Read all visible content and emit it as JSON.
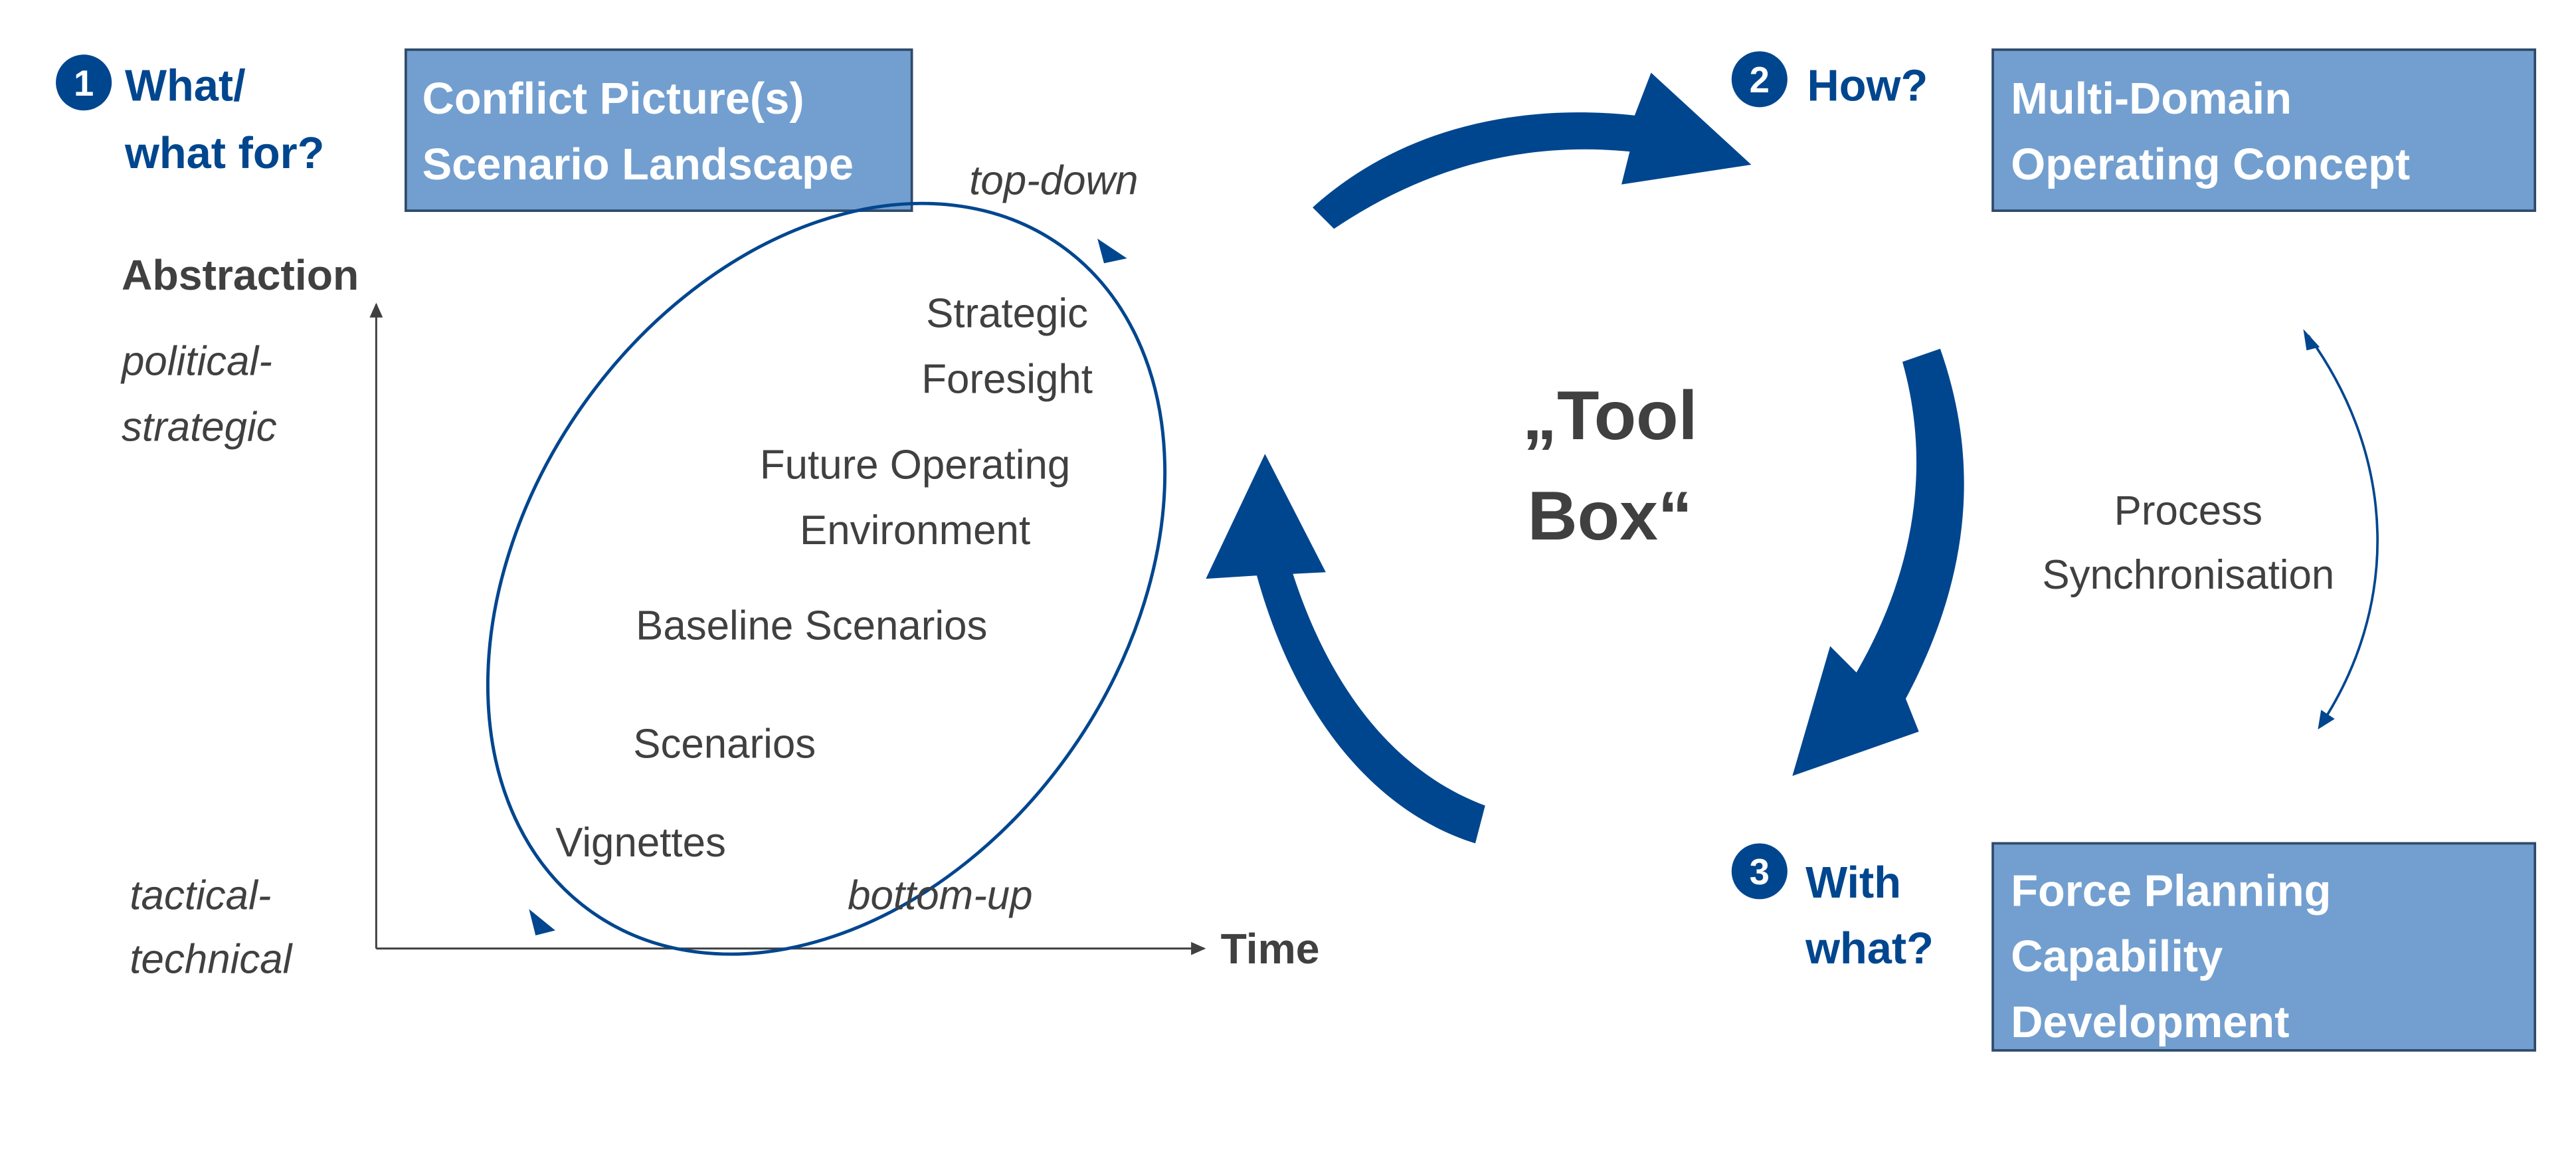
{
  "colors": {
    "accent_blue": "#00468F",
    "box_fill": "#729FCF",
    "box_border": "#2F4A6A",
    "text_dark": "#404040",
    "white": "#FFFFFF"
  },
  "steps": [
    {
      "number": "1",
      "question_lines": [
        "What/",
        "what for?"
      ],
      "box_lines": [
        "Conflict Picture(s)",
        "Scenario Landscape"
      ]
    },
    {
      "number": "2",
      "question_lines": [
        "How?"
      ],
      "box_lines": [
        "Multi-Domain",
        "Operating Concept"
      ]
    },
    {
      "number": "3",
      "question_lines": [
        "With",
        "what?"
      ],
      "box_lines": [
        "Force Planning",
        "Capability",
        "Development"
      ]
    }
  ],
  "axes": {
    "y_label": "Abstraction",
    "x_label": "Time",
    "y_top_lines": [
      "political-",
      "strategic"
    ],
    "y_bottom_lines": [
      "tactical-",
      "technical"
    ]
  },
  "cycle": {
    "top_label": "top-down",
    "bottom_label": "bottom-up",
    "levels": [
      [
        "Strategic",
        "Foresight"
      ],
      [
        "Future Operating",
        "Environment"
      ],
      [
        "Baseline Scenarios"
      ],
      [
        "Scenarios"
      ],
      [
        "Vignettes"
      ]
    ]
  },
  "center": {
    "lines": [
      "„Tool",
      "Box“"
    ]
  },
  "sync": {
    "lines": [
      "Process",
      "Synchronisation"
    ]
  },
  "icons": {
    "cycle_arrow": "curved-arrow",
    "loop_arrow": "ellipse-loop-arrow",
    "sync_arrow": "double-headed-curved-arrow"
  }
}
